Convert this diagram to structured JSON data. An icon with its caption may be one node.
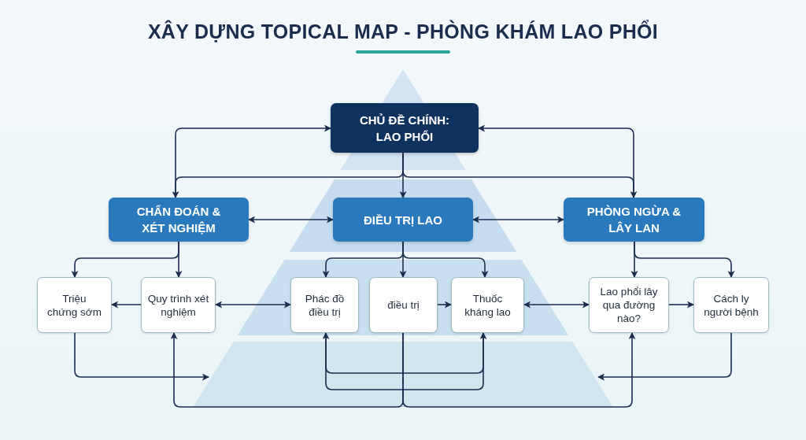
{
  "diagram": {
    "title": "XÂY DỰNG TOPICAL MAP - PHÒNG KHÁM LAO PHỔI",
    "nodes": [
      {
        "text": [
          "CHỦ ĐỀ CHÍNH: LAO PHỔI"
        ]
      },
      {
        "text": [
          "CHẨN ĐOÁN & XÉT NGHIỆM"
        ]
      },
      {
        "text": [
          "ĐIỀU TRỊ LAO"
        ]
      },
      {
        "text": [
          "PHÒNG NGỪA & LÂY LAN"
        ]
      },
      {
        "text": [
          "Triệu chứng sớm"
        ]
      },
      {
        "text": [
          "Quy trình xét nghiệm"
        ]
      },
      {
        "text": [
          "Phác đồ điều trị"
        ]
      },
      {
        "text": [
          "điều trị"
        ]
      },
      {
        "text": [
          "Thuốc kháng lao"
        ]
      },
      {
        "text": [
          "Lao phổi lây qua đường nào?"
        ]
      },
      {
        "text": [
          "Cách ly người bệnh"
        ]
      }
    ],
    "edges": [
      {
        "from": 1,
        "to": 0,
        "arrow": "to"
      },
      {
        "from": 0,
        "to": 1,
        "arrow": "to"
      },
      {
        "from": 3,
        "to": 0,
        "arrow": "to"
      },
      {
        "from": 0,
        "to": 3,
        "arrow": "to"
      },
      {
        "from": 0,
        "to": 2,
        "arrow": "to"
      },
      {
        "from": 1,
        "to": 2,
        "arrow": "both"
      },
      {
        "from": 2,
        "to": 3,
        "arrow": "both"
      },
      {
        "from": 1,
        "to": 4,
        "arrow": "to"
      },
      {
        "from": 1,
        "to": 5,
        "arrow": "to"
      },
      {
        "from": 2,
        "to": 6,
        "arrow": "to"
      },
      {
        "from": 2,
        "to": 7,
        "arrow": "to"
      },
      {
        "from": 2,
        "to": 8,
        "arrow": "to"
      },
      {
        "from": 3,
        "to": 9,
        "arrow": "to"
      },
      {
        "from": 3,
        "to": 10,
        "arrow": "to"
      },
      {
        "from": 5,
        "to": 4,
        "arrow": "to"
      },
      {
        "from": 5,
        "to": 6,
        "arrow": "both"
      },
      {
        "from": 7,
        "to": 8,
        "arrow": "to"
      },
      {
        "from": 8,
        "to": 9,
        "arrow": "both"
      },
      {
        "from": 9,
        "to": 10,
        "arrow": "to"
      },
      {
        "from": 4,
        "to": null,
        "arrow": "to"
      },
      {
        "from": 10,
        "to": null,
        "arrow": "to"
      },
      {
        "from": 7,
        "to": 5,
        "arrow": "to"
      },
      {
        "from": 7,
        "to": 9,
        "arrow": "to"
      },
      {
        "from": 6,
        "to": 8,
        "arrow": "both"
      },
      {
        "from": 6,
        "to": 8,
        "arrow": "none"
      }
    ]
  }
}
